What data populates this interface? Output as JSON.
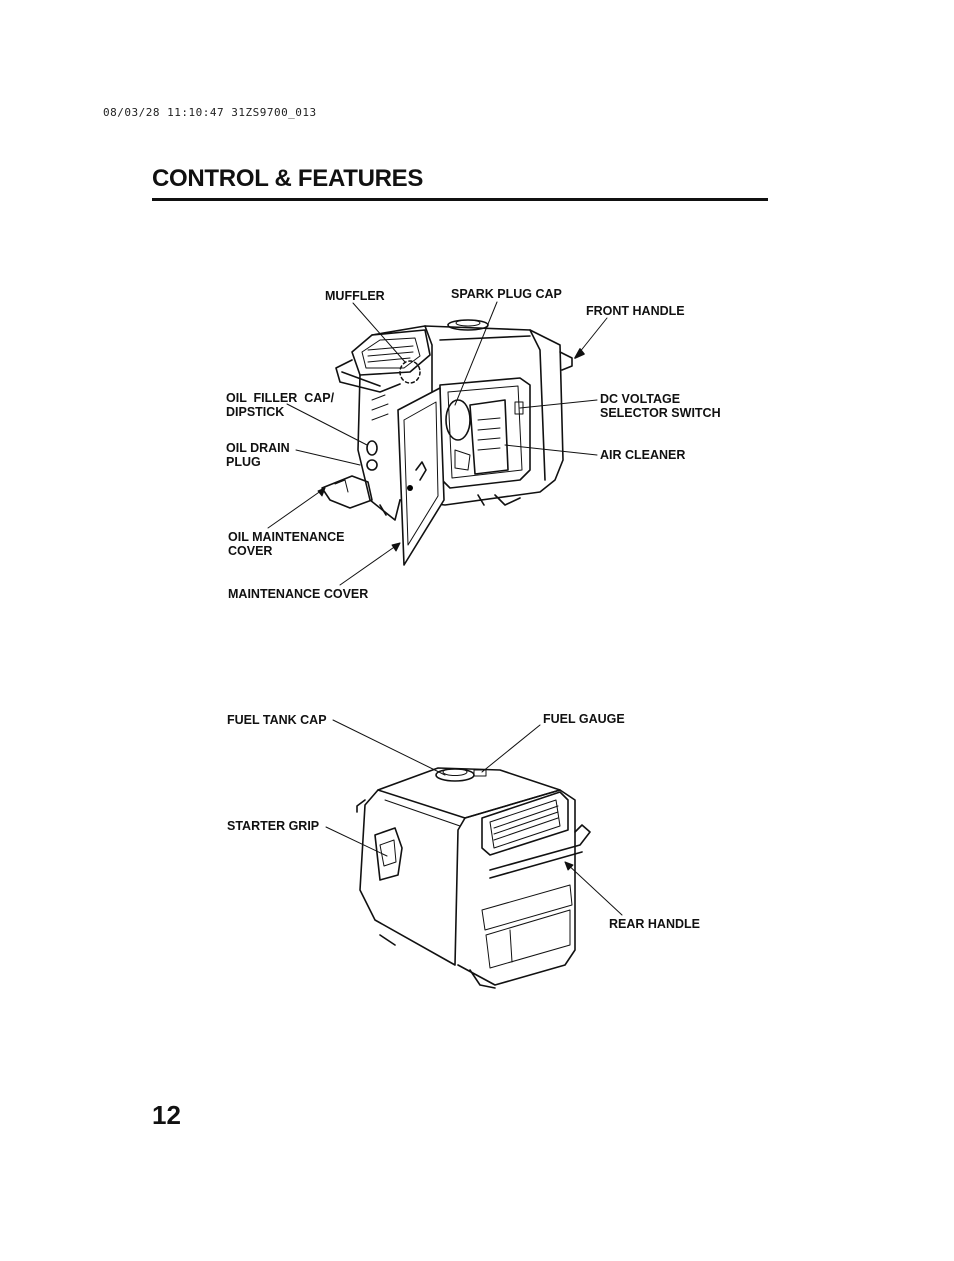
{
  "stamp": "08/03/28 11:10:47 31ZS9700_013",
  "page_title": "CONTROL & FEATURES",
  "page_number": "12",
  "figure1_labels": {
    "muffler": "MUFFLER",
    "spark_plug_cap": "SPARK PLUG CAP",
    "front_handle": "FRONT HANDLE",
    "oil_filler_cap": "OIL  FILLER  CAP/\nDIPSTICK",
    "dc_voltage_selector": "DC VOLTAGE\nSELECTOR SWITCH",
    "oil_drain_plug": "OIL DRAIN\nPLUG",
    "air_cleaner": "AIR CLEANER",
    "oil_maintenance_cover": "OIL MAINTENANCE\nCOVER",
    "maintenance_cover": "MAINTENANCE COVER"
  },
  "figure2_labels": {
    "fuel_tank_cap": "FUEL TANK CAP",
    "fuel_gauge": "FUEL GAUGE",
    "starter_grip": "STARTER GRIP",
    "rear_handle": "REAR HANDLE"
  }
}
